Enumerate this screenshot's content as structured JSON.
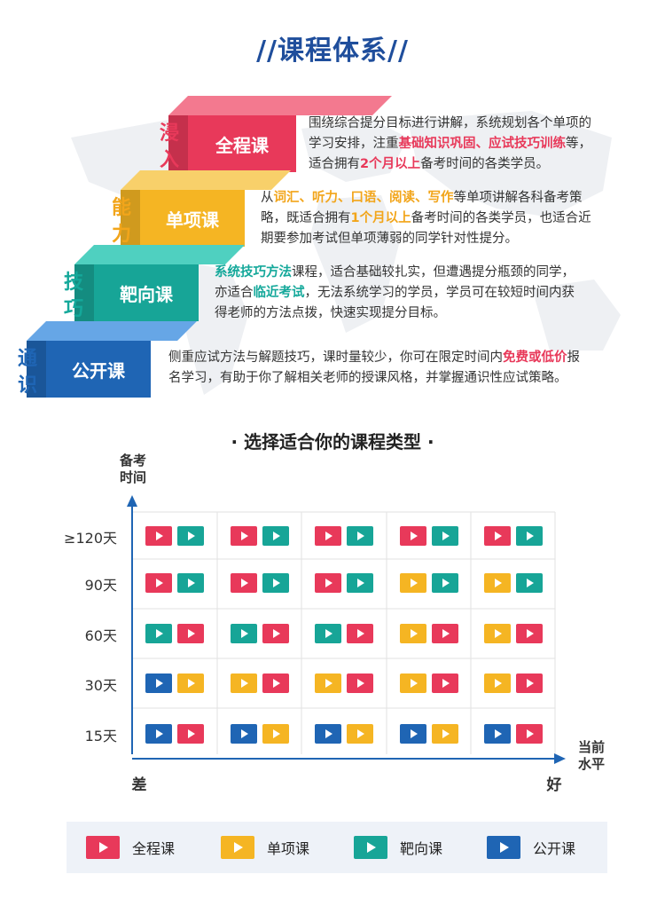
{
  "title": "//课程体系//",
  "colors": {
    "red": "#e8395a",
    "orange": "#f5b523",
    "teal": "#17a597",
    "blue": "#1f65b4",
    "navy": "#1f4e9c"
  },
  "steps": [
    {
      "label_top": "浸",
      "label_bottom": "入",
      "name": "全程课",
      "color": "#e8395a",
      "desc": [
        [
          {
            "t": "围绕综合提分目标进行讲解，系统规划各个单项的"
          }
        ],
        [
          {
            "t": "学习安排，注重"
          },
          {
            "t": "基础知识巩固、应试技巧训练",
            "c": "hl-red"
          },
          {
            "t": "等，"
          }
        ],
        [
          {
            "t": "适合拥有"
          },
          {
            "t": "2个月以上",
            "c": "hl-red"
          },
          {
            "t": "备考时间的各类学员。"
          }
        ]
      ]
    },
    {
      "label_top": "能",
      "label_bottom": "力",
      "name": "单项课",
      "color": "#f5b523",
      "desc": [
        [
          {
            "t": "从"
          },
          {
            "t": "词汇、听力、口语、阅读、写作",
            "c": "hl-org"
          },
          {
            "t": "等单项讲解各科备考策"
          }
        ],
        [
          {
            "t": "略，既适合拥有"
          },
          {
            "t": "1个月以上",
            "c": "hl-org"
          },
          {
            "t": "备考时间的各类学员，也适合近"
          }
        ],
        [
          {
            "t": "期要参加考试但单项薄弱的同学针对性提分。"
          }
        ]
      ]
    },
    {
      "label_top": "技",
      "label_bottom": "巧",
      "name": "靶向课",
      "color": "#17a597",
      "desc": [
        [
          {
            "t": "系统技巧方法",
            "c": "hl-teal"
          },
          {
            "t": "课程，适合基础较扎实，但遭遇提分瓶颈的同学，"
          }
        ],
        [
          {
            "t": "亦适合"
          },
          {
            "t": "临近考试",
            "c": "hl-teal"
          },
          {
            "t": "，无法系统学习的学员，学员可在较短时间内获"
          }
        ],
        [
          {
            "t": "得老师的方法点拨，快速实现提分目标。"
          }
        ]
      ]
    },
    {
      "label_top": "通",
      "label_bottom": "识",
      "name": "公开课",
      "color": "#1f65b4",
      "desc": [
        [
          {
            "t": "侧重应试方法与解题技巧，课时量较少，你可在限定时间内"
          },
          {
            "t": "免费或低价",
            "c": "hl-red"
          },
          {
            "t": "报"
          }
        ],
        [
          {
            "t": "名学习，有助于你了解相关老师的授课风格，并掌握通识性应试策略。"
          }
        ]
      ]
    }
  ],
  "chooser": {
    "subtitle": "· 选择适合你的课程类型 ·",
    "y_axis_label_1": "备考",
    "y_axis_label_2": "时间",
    "x_axis_label_1": "当前",
    "x_axis_label_2": "水平",
    "x_left": "差",
    "x_right": "好",
    "rows": [
      "≥120天",
      "90天",
      "60天",
      "30天",
      "15天"
    ],
    "grid": [
      [
        [
          "red",
          "teal"
        ],
        [
          "red",
          "teal"
        ],
        [
          "red",
          "teal"
        ],
        [
          "red",
          "teal"
        ],
        [
          "red",
          "teal"
        ]
      ],
      [
        [
          "red",
          "teal"
        ],
        [
          "red",
          "teal"
        ],
        [
          "red",
          "teal"
        ],
        [
          "orange",
          "teal"
        ],
        [
          "orange",
          "teal"
        ]
      ],
      [
        [
          "teal",
          "red"
        ],
        [
          "teal",
          "red"
        ],
        [
          "teal",
          "red"
        ],
        [
          "orange",
          "red"
        ],
        [
          "orange",
          "red"
        ]
      ],
      [
        [
          "blue",
          "orange"
        ],
        [
          "orange",
          "red"
        ],
        [
          "orange",
          "red"
        ],
        [
          "orange",
          "red"
        ],
        [
          "orange",
          "red"
        ]
      ],
      [
        [
          "blue",
          "red"
        ],
        [
          "blue",
          "orange"
        ],
        [
          "blue",
          "orange"
        ],
        [
          "blue",
          "orange"
        ],
        [
          "blue",
          "red"
        ]
      ]
    ]
  },
  "legend": [
    {
      "color": "red",
      "label": "全程课"
    },
    {
      "color": "orange",
      "label": "单项课"
    },
    {
      "color": "teal",
      "label": "靶向课"
    },
    {
      "color": "blue",
      "label": "公开课"
    }
  ]
}
